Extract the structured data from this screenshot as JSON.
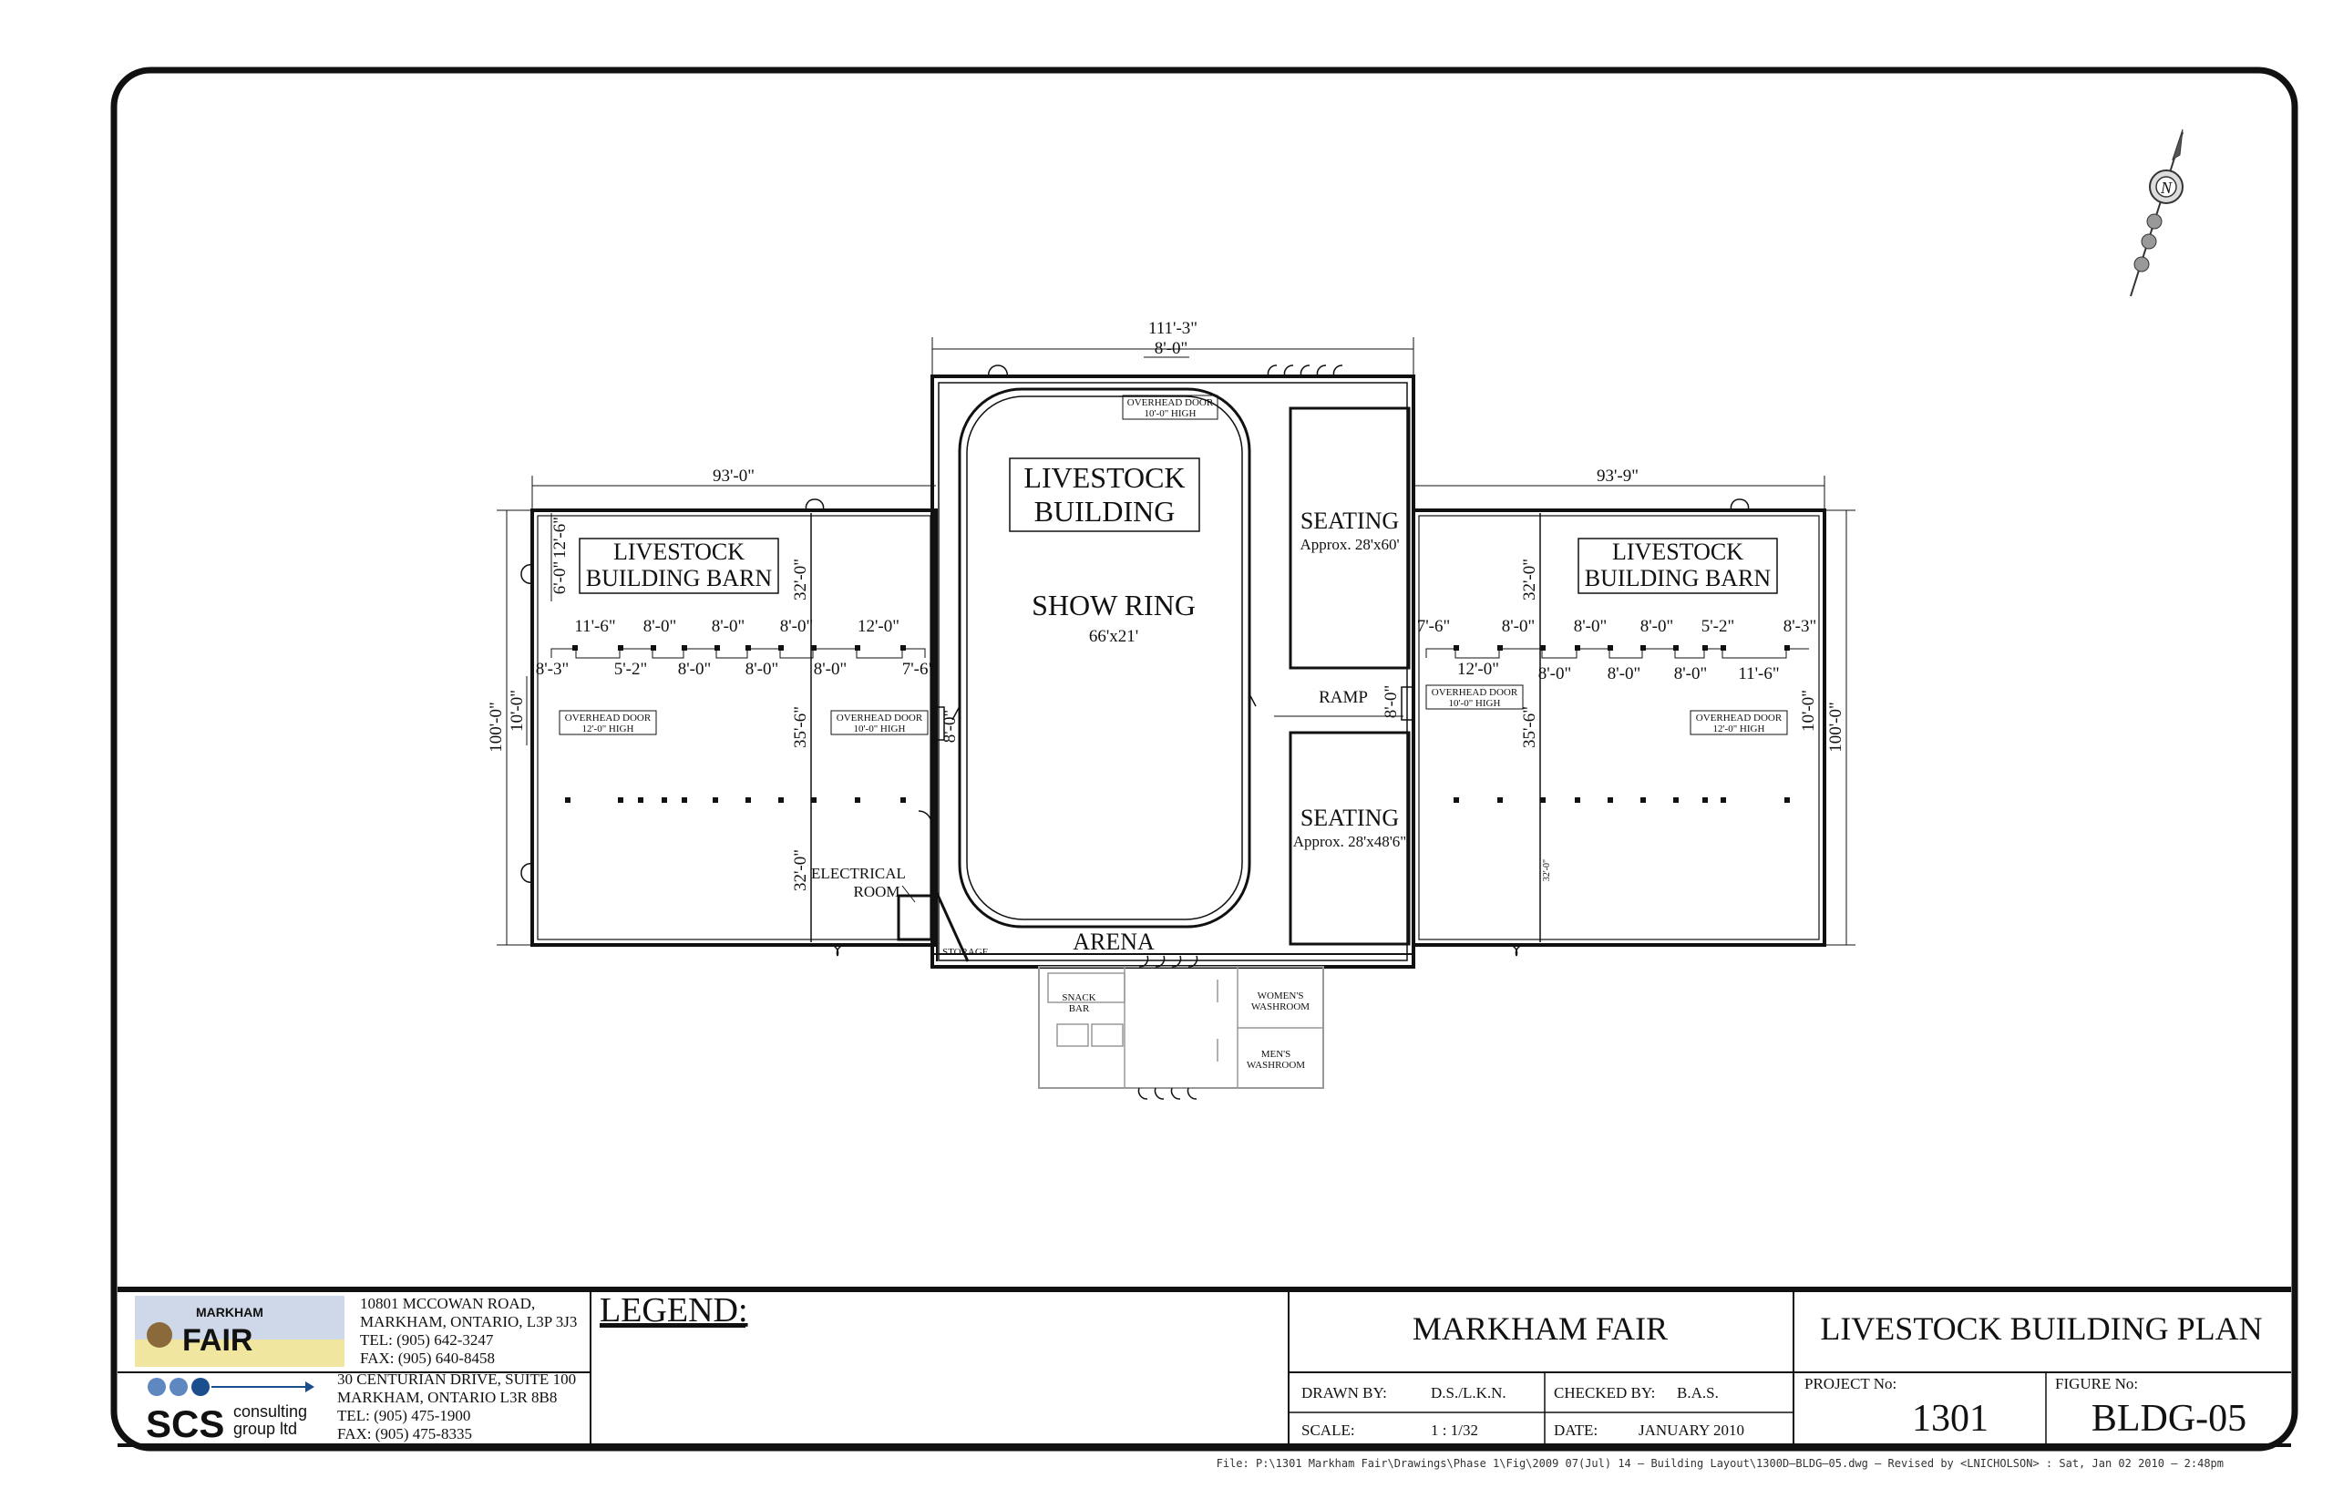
{
  "drawing": {
    "overall_width_center": "111'-3\"",
    "door_top_width": "8'-0\"",
    "overhead_door_top": [
      "OVERHEAD DOOR",
      "10'-0\" HIGH"
    ],
    "left_width": "93'-0\"",
    "right_width": "93'-9\"",
    "left_height": "100'-0\"",
    "right_height": "100'-0\"",
    "center_title": [
      "LIVESTOCK",
      "BUILDING"
    ],
    "show_ring": "SHOW RING",
    "show_ring_size": "66'x21'",
    "arena": "ARENA",
    "left_barn_title": [
      "LIVESTOCK",
      "BUILDING BARN"
    ],
    "right_barn_title": [
      "LIVESTOCK",
      "BUILDING BARN"
    ],
    "seating_top": "SEATING",
    "seating_top_size": "Approx. 28'x60'",
    "seating_bottom": "SEATING",
    "seating_bottom_size": "Approx. 28'x48'6\"",
    "ramp": "RAMP",
    "ramp_dim": "8'-0\"",
    "electrical_room": [
      "ELECTRICAL",
      "ROOM"
    ],
    "storage": "STORAGE",
    "snack_bar": [
      "SNACK",
      "BAR"
    ],
    "womens_washroom": [
      "WOMEN'S",
      "WASHROOM"
    ],
    "mens_washroom": [
      "MEN'S",
      "WASHROOM"
    ],
    "left_overhead_door": [
      "OVERHEAD DOOR",
      "12'-0\" HIGH"
    ],
    "left_inner_overhead_door": [
      "OVERHEAD DOOR",
      "10'-0\" HIGH"
    ],
    "right_inner_overhead_door": [
      "OVERHEAD DOOR",
      "10'-0\" HIGH"
    ],
    "right_overhead_door": [
      "OVERHEAD DOOR",
      "12'-0\" HIGH"
    ],
    "left_dims": {
      "d6": "6'-0\"",
      "d12_6": "12'-6\"",
      "d10": "10'-0\"",
      "d32_top": "32'-0\"",
      "d35_6": "35'-6\"",
      "d32_bot": "32'-0\"",
      "d8_door": "8'-0\"",
      "upper": [
        "11'-6\"",
        "8'-0\"",
        "8'-0\"",
        "8'-0\"",
        "12'-0\""
      ],
      "lower": [
        "8'-3\"",
        "5'-2\"",
        "8'-0\"",
        "8'-0\"",
        "8'-0\"",
        "7'-6\""
      ]
    },
    "right_dims": {
      "d10": "10'-0\"",
      "d32_top": "32'-0\"",
      "d35_6": "35'-6\"",
      "d32_bot": "32'-0\"",
      "upper": [
        "7'-6\"",
        "8'-0\"",
        "8'-0\"",
        "8'-0\"",
        "5'-2\"",
        "8'-3\""
      ],
      "lower": [
        "12'-0\"",
        "8'-0\"",
        "8'-0\"",
        "8'-0\"",
        "11'-6\""
      ]
    },
    "compass_letter": "N"
  },
  "title_block": {
    "fair_logo_text": [
      "MARKHAM",
      "FAIR"
    ],
    "fair_address": [
      "10801 MCCOWAN ROAD,",
      "MARKHAM, ONTARIO, L3P 3J3",
      "TEL: (905) 642-3247",
      "FAX: (905) 640-8458"
    ],
    "scs_logo": "SCS",
    "scs_logo_sub": [
      "consulting",
      "group ltd"
    ],
    "scs_address": [
      "30 CENTURIAN DRIVE, SUITE 100",
      "MARKHAM, ONTARIO  L3R 8B8",
      "TEL: (905) 475-1900",
      "FAX: (905) 475-8335"
    ],
    "legend": "LEGEND:",
    "client": "MARKHAM FAIR",
    "sheet_title": "LIVESTOCK BUILDING PLAN",
    "drawn_by_label": "DRAWN BY:",
    "drawn_by": "D.S./L.K.N.",
    "checked_by_label": "CHECKED BY:",
    "checked_by": "B.A.S.",
    "scale_label": "SCALE:",
    "scale": "1 : 1/32",
    "date_label": "DATE:",
    "date": "JANUARY 2010",
    "project_label": "PROJECT No:",
    "project": "1301",
    "figure_label": "FIGURE No:",
    "figure": "BLDG-05"
  },
  "file_path": "File: P:\\1301 Markham Fair\\Drawings\\Phase 1\\Fig\\2009 07(Jul) 14 – Building Layout\\1300D–BLDG–05.dwg – Revised by <LNICHOLSON> : Sat, Jan 02 2010 – 2:48pm",
  "colors": {
    "line": "#111111",
    "fair_logo_bg": "#cfd8e8",
    "scs_blue": "#1b4e8c"
  }
}
